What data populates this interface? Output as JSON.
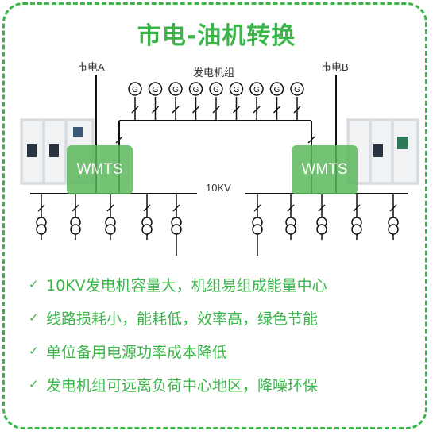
{
  "title": "市电-油机转换",
  "labels": {
    "mains_a": "市电A",
    "mains_b": "市电B",
    "genset": "发电机组",
    "bus_voltage": "10KV",
    "wmts_left": "WMTS",
    "wmts_right": "WMTS"
  },
  "generator_symbol": "G",
  "generator_count": 9,
  "bullets": [
    "10KV发电机容量大，机组易组成能量中心",
    "线路损耗小，能耗低，效率高，绿色节能",
    "单位备用电源功率成本降低",
    "发电机组可远离负荷中心地区，降噪环保"
  ],
  "colors": {
    "accent": "#3bb54a",
    "wmts_fill": "#5cb85c",
    "line": "#111111"
  }
}
